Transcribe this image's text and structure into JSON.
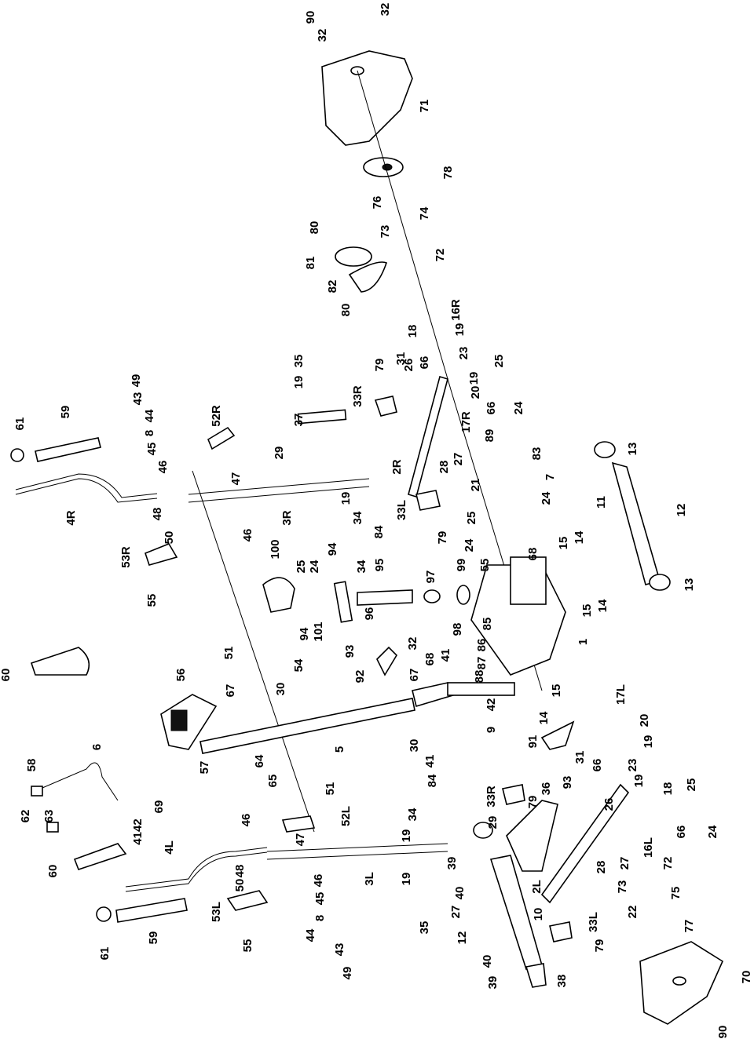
{
  "labels": [
    "90",
    "32",
    "32",
    "71",
    "78",
    "76",
    "74",
    "73",
    "72",
    "80",
    "81",
    "82",
    "80",
    "16R",
    "18",
    "19",
    "31",
    "26",
    "66",
    "23",
    "19",
    "20",
    "25",
    "66",
    "24",
    "17R",
    "79",
    "33R",
    "35",
    "19",
    "37",
    "29",
    "2R",
    "28",
    "27",
    "89",
    "83",
    "7",
    "21",
    "24",
    "25",
    "24",
    "19",
    "34",
    "84",
    "33L",
    "3R",
    "79",
    "61",
    "59",
    "4R",
    "49",
    "43",
    "44",
    "8",
    "45",
    "46",
    "52R",
    "47",
    "48",
    "50",
    "53R",
    "55",
    "46",
    "100",
    "25",
    "24",
    "94",
    "34",
    "95",
    "96",
    "97",
    "99",
    "94",
    "101",
    "55",
    "68",
    "15",
    "14",
    "11",
    "12",
    "13",
    "13",
    "15",
    "14",
    "1",
    "93",
    "32",
    "98",
    "85",
    "86",
    "87",
    "88",
    "41",
    "68",
    "67",
    "92",
    "60",
    "56",
    "67",
    "51",
    "30",
    "54",
    "5",
    "30",
    "42",
    "9",
    "41",
    "15",
    "14",
    "6",
    "58",
    "62",
    "63",
    "69",
    "4142",
    "57",
    "64",
    "65",
    "51",
    "60",
    "4L",
    "46",
    "52L",
    "47",
    "3L",
    "48",
    "50",
    "46",
    "53L",
    "45",
    "8",
    "55",
    "44",
    "43",
    "49",
    "19",
    "34",
    "84",
    "19",
    "35",
    "39",
    "40",
    "27",
    "12",
    "10",
    "40",
    "39",
    "38",
    "29",
    "36",
    "33R",
    "79",
    "91",
    "93",
    "31",
    "66",
    "17L",
    "20",
    "19",
    "23",
    "19",
    "18",
    "25",
    "26",
    "16L",
    "66",
    "24",
    "28",
    "27",
    "2L",
    "33L",
    "79",
    "72",
    "73",
    "75",
    "22",
    "77",
    "70",
    "90",
    "61",
    "59"
  ]
}
